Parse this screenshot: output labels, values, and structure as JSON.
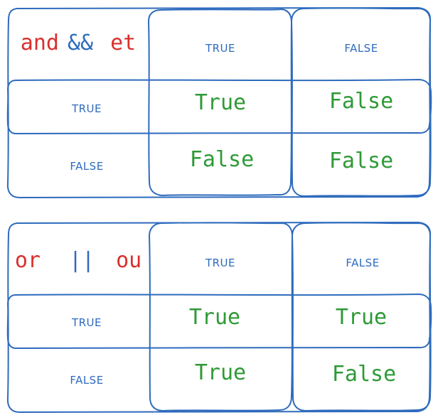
{
  "colors": {
    "frame": "#2e6bbd",
    "header_text": "#2e6bbd",
    "value_text": "#2e9a36",
    "op_red": "#d9302c",
    "op_blue": "#2e6bbd"
  },
  "and_table": {
    "op_word": "and",
    "op_symbol": "&&",
    "op_french": "et",
    "col_headers": [
      "TRUE",
      "FALSE"
    ],
    "row_headers": [
      "TRUE",
      "FALSE"
    ],
    "values": [
      [
        "True",
        "False"
      ],
      [
        "False",
        "False"
      ]
    ]
  },
  "or_table": {
    "op_word": "or",
    "op_symbol": "||",
    "op_french": "ou",
    "col_headers": [
      "TRUE",
      "FALSE"
    ],
    "row_headers": [
      "TRUE",
      "FALSE"
    ],
    "values": [
      [
        "True",
        "True"
      ],
      [
        "True",
        "False"
      ]
    ]
  }
}
